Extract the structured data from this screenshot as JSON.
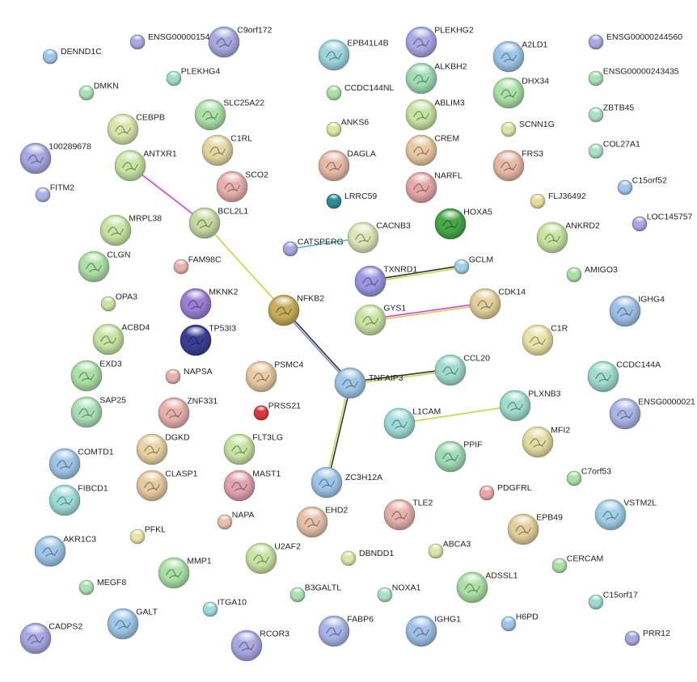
{
  "network": {
    "nodes": [
      {
        "id": "DENND1C",
        "label": "DENND1C",
        "color": "#9fc6e7"
      },
      {
        "id": "ENSG00000154898",
        "label": "ENSG00000154898",
        "color": "#a9a8e2"
      },
      {
        "id": "C9orf172",
        "label": "C9orf172",
        "color": "#a9a8e2"
      },
      {
        "id": "EPB41L4B",
        "label": "EPB41L4B",
        "color": "#9cd5db"
      },
      {
        "id": "PLEKHG2",
        "label": "PLEKHG2",
        "color": "#a9a8e2"
      },
      {
        "id": "A2LD1",
        "label": "A2LD1",
        "color": "#9fc6e7"
      },
      {
        "id": "ENSG00000244560",
        "label": "ENSG00000244560",
        "color": "#a9a8e2"
      },
      {
        "id": "PLEKHG4",
        "label": "PLEKHG4",
        "color": "#9fdccd"
      },
      {
        "id": "ALKBH2",
        "label": "ALKBH2",
        "color": "#9fdcb6"
      },
      {
        "id": "DMKN",
        "label": "DMKN",
        "color": "#abe0b6"
      },
      {
        "id": "CCDC144NL",
        "label": "CCDC144NL",
        "color": "#abe0a6"
      },
      {
        "id": "DHX34",
        "label": "DHX34",
        "color": "#abe0a6"
      },
      {
        "id": "ENSG00000243435",
        "label": "ENSG00000243435",
        "color": "#abe0b6"
      },
      {
        "id": "SLC25A22",
        "label": "SLC25A22",
        "color": "#abe0a6"
      },
      {
        "id": "ABLIM3",
        "label": "ABLIM3",
        "color": "#c7e3a2"
      },
      {
        "id": "CEBPB",
        "label": "CEBPB",
        "color": "#d8e4a8"
      },
      {
        "id": "ZBTB45",
        "label": "ZBTB45",
        "color": "#abe0c6"
      },
      {
        "id": "ANKS6",
        "label": "ANKS6",
        "color": "#dde4a5"
      },
      {
        "id": "SCNN1G",
        "label": "SCNN1G",
        "color": "#dde4a5"
      },
      {
        "id": "C1RL",
        "label": "C1RL",
        "color": "#e2d7a3"
      },
      {
        "id": "CREM",
        "label": "CREM",
        "color": "#e7c9a2"
      },
      {
        "id": "100289678",
        "label": "100289678",
        "color": "#a9a8e2"
      },
      {
        "id": "ANTXR1",
        "label": "ANTXR1",
        "color": "#c7e3a2"
      },
      {
        "id": "DAGLA",
        "label": "DAGLA",
        "color": "#e6b9a6"
      },
      {
        "id": "FRS3",
        "label": "FRS3",
        "color": "#e6b9a6"
      },
      {
        "id": "COL27A1",
        "label": "COL27A1",
        "color": "#abe0c6"
      },
      {
        "id": "SCO2",
        "label": "SCO2",
        "color": "#e6b1ad"
      },
      {
        "id": "NARFL",
        "label": "NARFL",
        "color": "#e6a8a8"
      },
      {
        "id": "C15orf52",
        "label": "C15orf52",
        "color": "#9fc6e7"
      },
      {
        "id": "FITM2",
        "label": "FITM2",
        "color": "#a9b5e6"
      },
      {
        "id": "LRRC59",
        "label": "LRRC59",
        "color": "#2f8c96"
      },
      {
        "id": "FLJ36492",
        "label": "FLJ36492",
        "color": "#e8dc9c"
      },
      {
        "id": "BCL2L1",
        "label": "BCL2L1",
        "color": "#c7d9a2"
      },
      {
        "id": "HOXA5",
        "label": "HOXA5",
        "color": "#47a84a"
      },
      {
        "id": "LOC145757",
        "label": "LOC145757",
        "color": "#a9a8e2"
      },
      {
        "id": "MRPL38",
        "label": "MRPL38",
        "color": "#c7e3a2"
      },
      {
        "id": "CACNB3",
        "label": "CACNB3",
        "color": "#dde4b6"
      },
      {
        "id": "ANKRD2",
        "label": "ANKRD2",
        "color": "#c7e3a2"
      },
      {
        "id": "CATSPERG",
        "label": "CATSPERG",
        "color": "#a9a8e2"
      },
      {
        "id": "CLGN",
        "label": "CLGN",
        "color": "#abe0a6"
      },
      {
        "id": "FAM98C",
        "label": "FAM98C",
        "color": "#e6b1ad"
      },
      {
        "id": "GCLM",
        "label": "GCLM",
        "color": "#9fd0e6"
      },
      {
        "id": "TXNRD1",
        "label": "TXNRD1",
        "color": "#9c97e0"
      },
      {
        "id": "AMIGO3",
        "label": "AMIGO3",
        "color": "#abe0a6"
      },
      {
        "id": "NFKB2",
        "label": "NFKB2",
        "color": "#c7ad5a"
      },
      {
        "id": "MKNK2",
        "label": "MKNK2",
        "color": "#9a7fd4"
      },
      {
        "id": "CDK14",
        "label": "CDK14",
        "color": "#e2cf9c"
      },
      {
        "id": "OPA3",
        "label": "OPA3",
        "color": "#c7e3a2"
      },
      {
        "id": "IGHG4",
        "label": "IGHG4",
        "color": "#9fc0e6"
      },
      {
        "id": "GYS1",
        "label": "GYS1",
        "color": "#c7e3a2"
      },
      {
        "id": "TP53I3",
        "label": "TP53I3",
        "color": "#3a3f95"
      },
      {
        "id": "ACBD4",
        "label": "ACBD4",
        "color": "#c7e3a2"
      },
      {
        "id": "C1R",
        "label": "C1R",
        "color": "#e8e3a6"
      },
      {
        "id": "EXD3",
        "label": "EXD3",
        "color": "#abe0a6"
      },
      {
        "id": "CCL20",
        "label": "CCL20",
        "color": "#9fdccd"
      },
      {
        "id": "PSMC4",
        "label": "PSMC4",
        "color": "#e7c9a2"
      },
      {
        "id": "TNFAIP3",
        "label": "TNFAIP3",
        "color": "#9fc6e7"
      },
      {
        "id": "CCDC144A",
        "label": "CCDC144A",
        "color": "#9fdccd"
      },
      {
        "id": "NAPSA",
        "label": "NAPSA",
        "color": "#e6b1ad"
      },
      {
        "id": "SAP25",
        "label": "SAP25",
        "color": "#abe0b6"
      },
      {
        "id": "ZNF331",
        "label": "ZNF331",
        "color": "#e6b1ad"
      },
      {
        "id": "PRSS21",
        "label": "PRSS21",
        "color": "#d93a3f"
      },
      {
        "id": "PLXNB3",
        "label": "PLXNB3",
        "color": "#9fdccd"
      },
      {
        "id": "L1CAM",
        "label": "L1CAM",
        "color": "#9fdcd9"
      },
      {
        "id": "ENSG0000021",
        "label": "ENSG0000021",
        "color": "#a9b5e6"
      },
      {
        "id": "DGKD",
        "label": "DGKD",
        "color": "#e7d3a2"
      },
      {
        "id": "FLT3LG",
        "label": "FLT3LG",
        "color": "#c7e3a2"
      },
      {
        "id": "MFI2",
        "label": "MFI2",
        "color": "#e2dca3"
      },
      {
        "id": "COMTD1",
        "label": "COMTD1",
        "color": "#9fc6e7"
      },
      {
        "id": "PPIF",
        "label": "PPIF",
        "color": "#9fdcb6"
      },
      {
        "id": "ZC3H12A",
        "label": "ZC3H12A",
        "color": "#9fc6e7"
      },
      {
        "id": "C7orf53",
        "label": "C7orf53",
        "color": "#abe0a6"
      },
      {
        "id": "CLASP1",
        "label": "CLASP1",
        "color": "#e7c9a2"
      },
      {
        "id": "MAST1",
        "label": "MAST1",
        "color": "#e0a3b1"
      },
      {
        "id": "FIBCD1",
        "label": "FIBCD1",
        "color": "#9fdcd9"
      },
      {
        "id": "PDGFRL",
        "label": "PDGFRL",
        "color": "#e6a8a8"
      },
      {
        "id": "VSTM2L",
        "label": "VSTM2L",
        "color": "#9fd0e6"
      },
      {
        "id": "TLE2",
        "label": "TLE2",
        "color": "#e6b1ad"
      },
      {
        "id": "EHD2",
        "label": "EHD2",
        "color": "#e6c0a8"
      },
      {
        "id": "NAPA",
        "label": "NAPA",
        "color": "#e6c0a8"
      },
      {
        "id": "EPB49",
        "label": "EPB49",
        "color": "#e2cf9c"
      },
      {
        "id": "AKR1C3",
        "label": "AKR1C3",
        "color": "#9fc6e7"
      },
      {
        "id": "PFKL",
        "label": "PFKL",
        "color": "#e8e3a6"
      },
      {
        "id": "ABCA3",
        "label": "ABCA3",
        "color": "#dde4a5"
      },
      {
        "id": "U2AF2",
        "label": "U2AF2",
        "color": "#c7e3a2"
      },
      {
        "id": "DBNDD1",
        "label": "DBNDD1",
        "color": "#dde4a5"
      },
      {
        "id": "CERCAM",
        "label": "CERCAM",
        "color": "#abe0a6"
      },
      {
        "id": "MMP1",
        "label": "MMP1",
        "color": "#abe0a6"
      },
      {
        "id": "ADSSL1",
        "label": "ADSSL1",
        "color": "#abe0a6"
      },
      {
        "id": "MEGF8",
        "label": "MEGF8",
        "color": "#abe0b6"
      },
      {
        "id": "B3GALTL",
        "label": "B3GALTL",
        "color": "#abe0b6"
      },
      {
        "id": "NOXA1",
        "label": "NOXA1",
        "color": "#abe0c6"
      },
      {
        "id": "C15orf17",
        "label": "C15orf17",
        "color": "#9fdccd"
      },
      {
        "id": "GALT",
        "label": "GALT",
        "color": "#9fc6e7"
      },
      {
        "id": "ITGA10",
        "label": "ITGA10",
        "color": "#9fdcd9"
      },
      {
        "id": "H6PD",
        "label": "H6PD",
        "color": "#9fc6e7"
      },
      {
        "id": "CADPS2",
        "label": "CADPS2",
        "color": "#a9a8e2"
      },
      {
        "id": "RCOR3",
        "label": "RCOR3",
        "color": "#a9a8e2"
      },
      {
        "id": "FABP6",
        "label": "FABP6",
        "color": "#a9b5e6"
      },
      {
        "id": "IGHG1",
        "label": "IGHG1",
        "color": "#9fc0e6"
      },
      {
        "id": "PRR12",
        "label": "PRR12",
        "color": "#a9a8e2"
      }
    ],
    "edges": [
      {
        "source": "ANTXR1",
        "target": "BCL2L1",
        "colors": [
          "#d63fd6"
        ]
      },
      {
        "source": "BCL2L1",
        "target": "NFKB2",
        "colors": [
          "#c2d64a"
        ]
      },
      {
        "source": "NFKB2",
        "target": "TNFAIP3",
        "colors": [
          "#333333",
          "#7b8bd6"
        ]
      },
      {
        "source": "CATSPERG",
        "target": "CACNB3",
        "colors": [
          "#4ab7d6"
        ]
      },
      {
        "source": "TXNRD1",
        "target": "GCLM",
        "colors": [
          "#333333",
          "#c2d64a"
        ]
      },
      {
        "source": "GYS1",
        "target": "CDK14",
        "colors": [
          "#d63fd6",
          "#c2d64a"
        ]
      },
      {
        "source": "TNFAIP3",
        "target": "CCL20",
        "colors": [
          "#333333",
          "#c2d64a"
        ]
      },
      {
        "source": "TNFAIP3",
        "target": "ZC3H12A",
        "colors": [
          "#333333",
          "#c2d64a"
        ]
      },
      {
        "source": "L1CAM",
        "target": "PLXNB3",
        "colors": [
          "#c2d64a"
        ]
      }
    ]
  }
}
